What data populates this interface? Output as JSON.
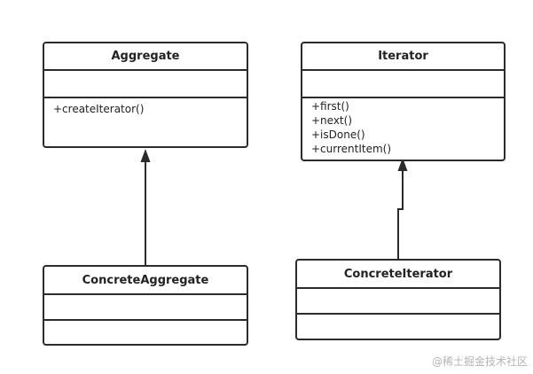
{
  "classes": {
    "aggregate": {
      "name": "Aggregate",
      "operations": [
        "+createIterator()"
      ]
    },
    "iterator": {
      "name": "Iterator",
      "operations": [
        "+first()",
        "+next()",
        "+isDone()",
        "+currentItem()"
      ]
    },
    "concrete_aggregate": {
      "name": "ConcreteAggregate",
      "operations": []
    },
    "concrete_iterator": {
      "name": "ConcreteIterator",
      "operations": []
    }
  },
  "relationships": [
    {
      "from": "ConcreteAggregate",
      "to": "Aggregate",
      "type": "inheritance"
    },
    {
      "from": "ConcreteIterator",
      "to": "Iterator",
      "type": "inheritance"
    }
  ],
  "watermark": "@稀土掘金技术社区"
}
